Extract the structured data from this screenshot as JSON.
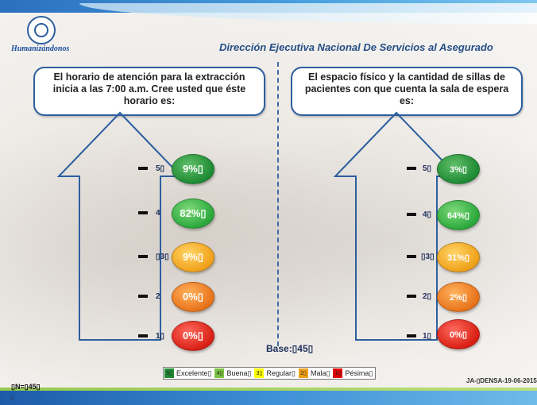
{
  "header": {
    "logo_text": "Humanizándonos",
    "title": "Dirección Ejecutiva Nacional De Servicios al Asegurado"
  },
  "left_panel": {
    "question": "El horario de atención para la extracción inicia a las 7:00 a.m. Cree usted que éste horario es:",
    "scale": [
      {
        "label": "5▯",
        "value": "9%▯",
        "color": "#1f8a34",
        "level": 5
      },
      {
        "label": "4",
        "value": "82%▯",
        "color": "#2aa83b",
        "level": 4
      },
      {
        "label": "▯3▯",
        "value": "9%▯",
        "color": "#f0a11a",
        "level": 3
      },
      {
        "label": "2",
        "value": "0%▯",
        "color": "#e8731b",
        "level": 2
      },
      {
        "label": "1▯",
        "value": "0%▯",
        "color": "#d91f14",
        "level": 1
      }
    ]
  },
  "right_panel": {
    "question": "El espacio físico y la cantidad de sillas de pacientes con que cuenta la sala de espera es:",
    "scale": [
      {
        "label": "5▯",
        "value": "3%▯",
        "color": "#1f8a34",
        "level": 5
      },
      {
        "label": "4▯",
        "value": "64%▯",
        "color": "#2aa83b",
        "level": 4
      },
      {
        "label": "▯3▯",
        "value": "31%▯",
        "color": "#f0a11a",
        "level": 3
      },
      {
        "label": "2▯",
        "value": "2%▯",
        "color": "#e8731b",
        "level": 2
      },
      {
        "label": "1▯",
        "value": "0%▯",
        "color": "#d91f14",
        "level": 1
      }
    ]
  },
  "base_label": "Base:▯45▯",
  "legend": [
    {
      "marker": "5▯",
      "label": "Excelente▯",
      "color": "#1f8a34"
    },
    {
      "marker": "4▯",
      "label": "Buena▯",
      "color": "#7cc242"
    },
    {
      "marker": "3▯",
      "label": "Regular▯",
      "color": "#ffff00"
    },
    {
      "marker": "2▯",
      "label": "Mala▯",
      "color": "#f0a11a"
    },
    {
      "marker": "1▯",
      "label": "Pésima▯",
      "color": "#e00000"
    }
  ],
  "footer": {
    "n_label": "▯N=▯45▯",
    "code": "JA-▯DENSA-19-06-2015",
    "stray": "▯"
  }
}
